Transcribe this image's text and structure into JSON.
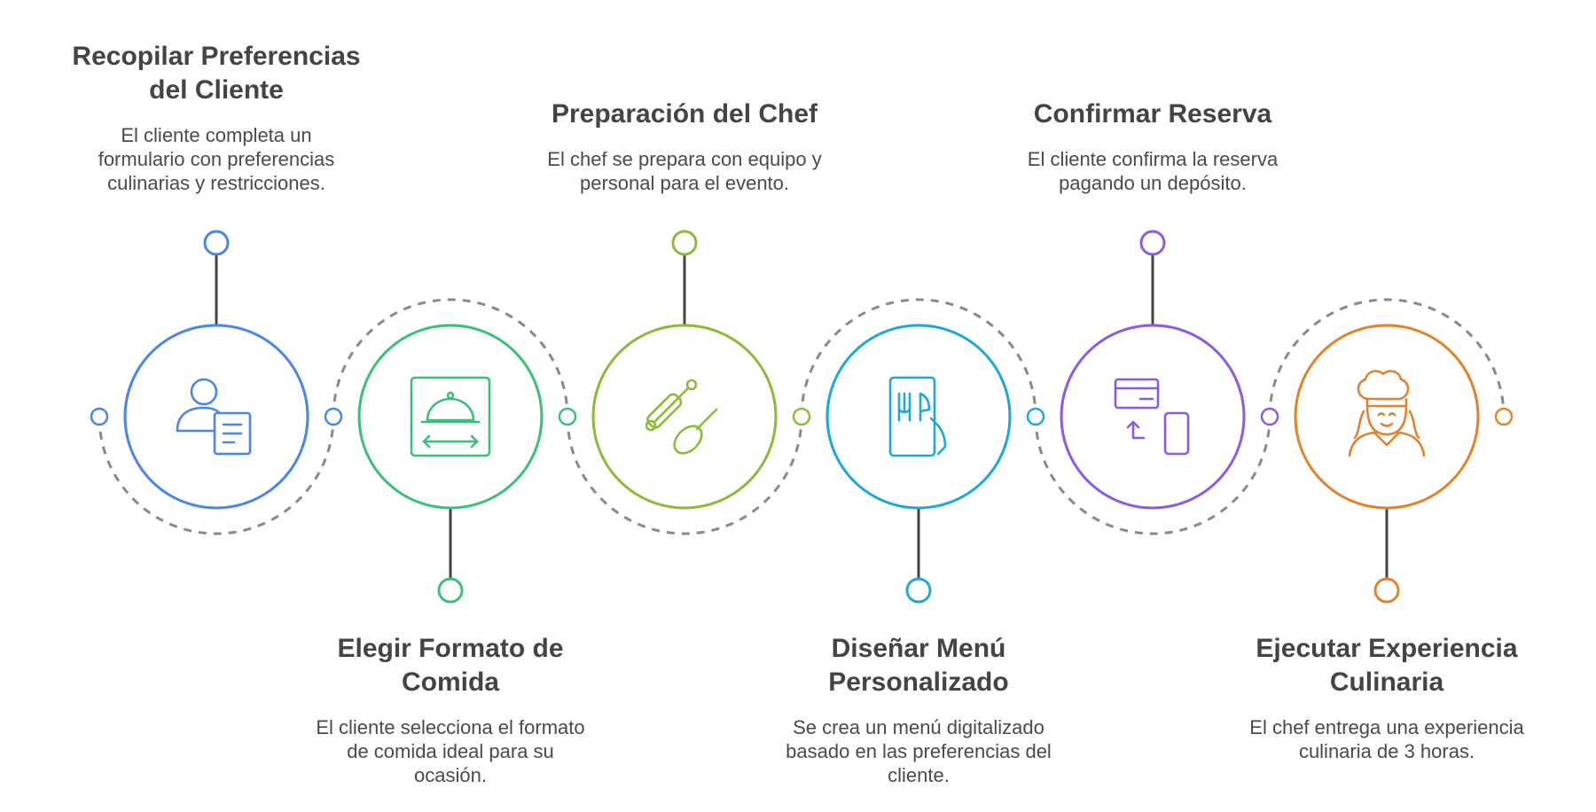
{
  "diagram": {
    "steps": [
      {
        "title": "Recopilar Preferencias del Cliente",
        "title_lines": [
          "Recopilar Preferencias",
          "del Cliente"
        ],
        "description_lines": [
          "El cliente completa un",
          "formulario con preferencias",
          "culinarias y restricciones."
        ],
        "color": "#4a86e8",
        "icon": "client-form-icon",
        "label_position": "top"
      },
      {
        "title": "Elegir Formato de Comida",
        "title_lines": [
          "Elegir Formato de",
          "Comida"
        ],
        "description_lines": [
          "El cliente selecciona el formato",
          "de comida ideal para su",
          "ocasión."
        ],
        "color": "#3dbf7a",
        "icon": "cloche-format-icon",
        "label_position": "bottom"
      },
      {
        "title": "Preparación del Chef",
        "title_lines": [
          "Preparación del Chef"
        ],
        "description_lines": [
          "El chef se prepara con equipo y",
          "personal para el evento."
        ],
        "color": "#8dba3a",
        "icon": "rolling-pin-whisk-icon",
        "label_position": "top"
      },
      {
        "title": "Diseñar Menú Personalizado",
        "title_lines": [
          "Diseñar Menú",
          "Personalizado"
        ],
        "description_lines": [
          "Se crea un menú digitalizado",
          "basado en las preferencias del",
          "cliente."
        ],
        "color": "#1ea8d8",
        "icon": "digital-menu-icon",
        "label_position": "bottom"
      },
      {
        "title": "Confirmar Reserva",
        "title_lines": [
          "Confirmar Reserva"
        ],
        "description_lines": [
          "El cliente confirma la reserva",
          "pagando un depósito."
        ],
        "color": "#8a5ce6",
        "icon": "card-payment-icon",
        "label_position": "top"
      },
      {
        "title": "Ejecutar Experiencia Culinaria",
        "title_lines": [
          "Ejecutar Experiencia",
          "Culinaria"
        ],
        "description_lines": [
          "El chef entrega una experiencia",
          "culinaria de 3 horas."
        ],
        "color": "#e0832e",
        "icon": "chef-icon",
        "label_position": "bottom"
      }
    ],
    "connector_color": "#8a8a8a",
    "stem_color": "#444444"
  }
}
